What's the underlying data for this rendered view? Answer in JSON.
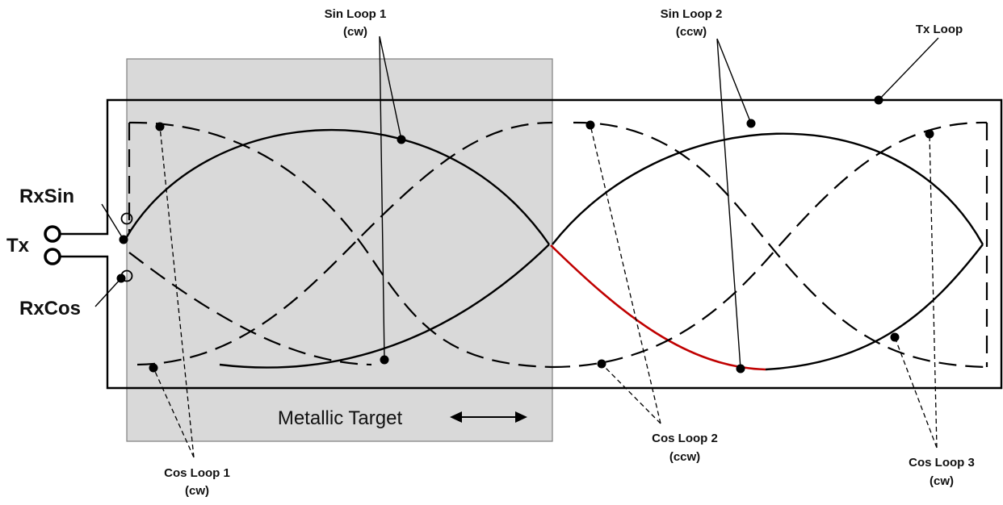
{
  "labels": {
    "sin_loop_1": {
      "name": "Sin Loop 1",
      "dir": "(cw)"
    },
    "sin_loop_2": {
      "name": "Sin Loop 2",
      "dir": "(ccw)"
    },
    "tx_loop": "Tx Loop",
    "rx_sin": "RxSin",
    "tx": "Tx",
    "rx_cos": "RxCos",
    "metallic_target": "Metallic Target",
    "cos_loop_1": {
      "name": "Cos Loop 1",
      "dir": "(cw)"
    },
    "cos_loop_2": {
      "name": "Cos Loop 2",
      "dir": "(ccw)"
    },
    "cos_loop_3": {
      "name": "Cos Loop 3",
      "dir": "(cw)"
    }
  },
  "colors": {
    "target_fill": "#d9d9d9",
    "target_border": "#7f7f7f",
    "highlight_trace": "#c00000",
    "ink": "#000000"
  },
  "icons": {
    "movement_arrow": "double-headed-arrow-icon",
    "terminal": "open-circle-terminal-icon"
  }
}
